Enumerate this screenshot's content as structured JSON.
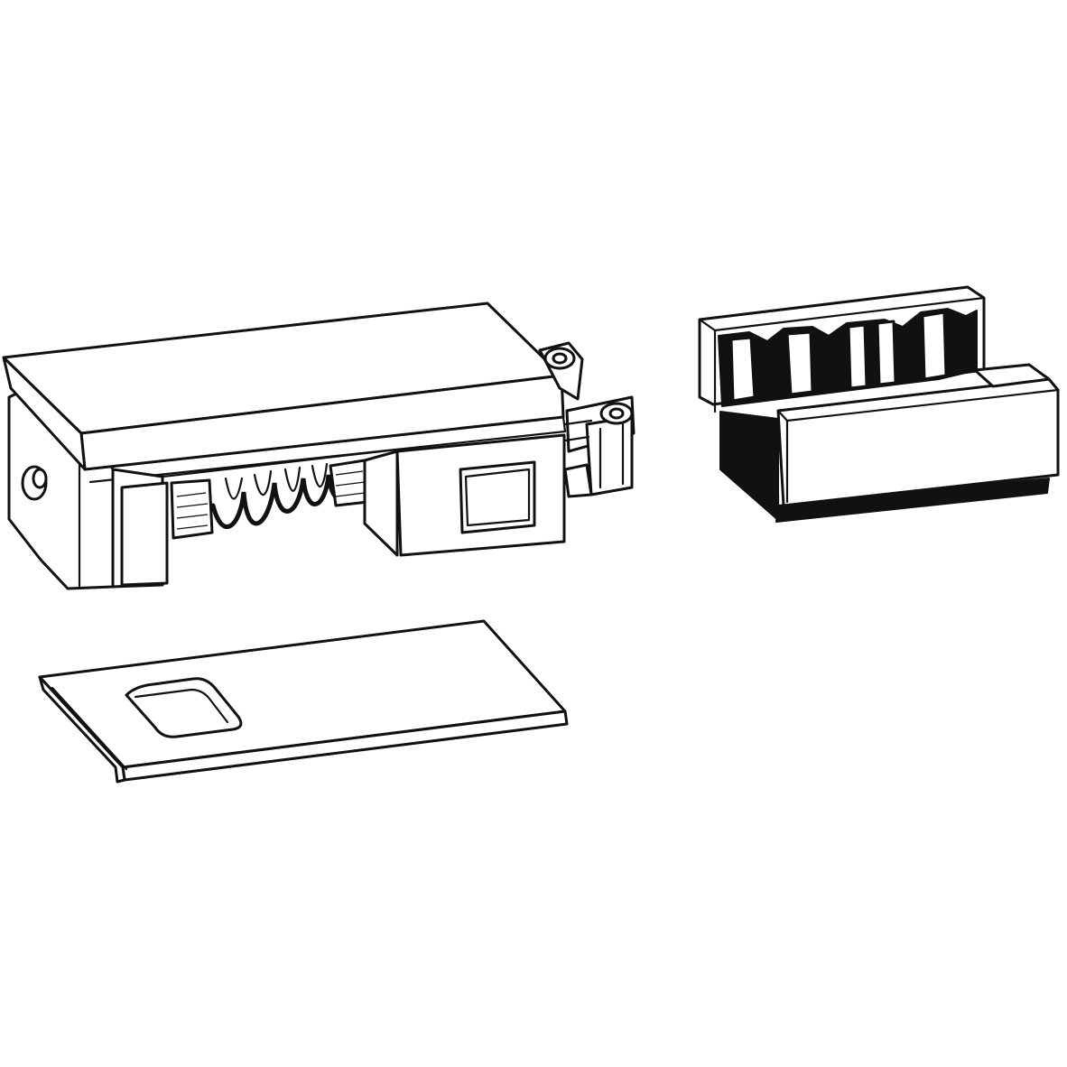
{
  "figure": {
    "type": "technical line drawing",
    "colors": {
      "line": "#111111",
      "background": "#ffffff"
    },
    "parts": [
      {
        "id": "spring-latch-housing",
        "icon": "latch-housing-with-spring"
      },
      {
        "id": "strike-keeper",
        "icon": "u-channel-keeper"
      },
      {
        "id": "strike-plate",
        "icon": "flat-plate-with-slot"
      }
    ]
  }
}
